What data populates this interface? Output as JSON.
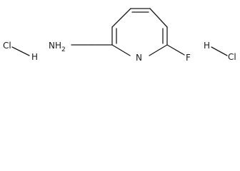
{
  "molecule": {
    "atoms": {
      "cl_left": "Cl",
      "h_left": "H",
      "amine": "NH",
      "amine_sub": "2",
      "ring_n": "N",
      "fluorine": "F",
      "h_right": "H",
      "cl_right": "Cl"
    }
  }
}
